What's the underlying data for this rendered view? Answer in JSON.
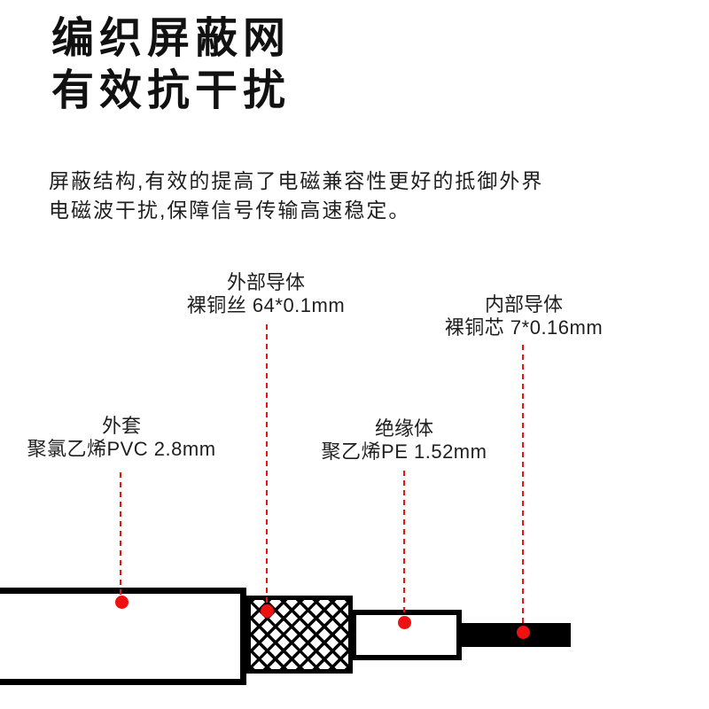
{
  "theme": {
    "page_bg": "#ffffff",
    "ink": "#111111",
    "ink_soft": "#1f1f1f",
    "accent_red": "#ee1111",
    "outline": "#000000"
  },
  "header": {
    "title_line1": "编织屏蔽网",
    "title_line2": "有效抗干扰",
    "description_line1": "屏蔽结构,有效的提高了电磁兼容性更好的抵御外界",
    "description_line2": "电磁波干扰,保障信号传输高速稳定。"
  },
  "diagram": {
    "labels": {
      "outer_conductor": {
        "name": "外部导体",
        "spec": "裸铜丝 64*0.1mm"
      },
      "inner_conductor": {
        "name": "内部导体",
        "spec": "裸铜芯 7*0.16mm"
      },
      "jacket": {
        "name": "外套",
        "spec": "聚氯乙烯PVC 2.8mm"
      },
      "insulator": {
        "name": "绝缘体",
        "spec": "聚乙烯PE 1.52mm"
      }
    },
    "parts": {
      "jacket_fill": "white",
      "mesh_fill": "crosshatch",
      "insulator_fill": "white",
      "conductor_fill": "black"
    }
  }
}
